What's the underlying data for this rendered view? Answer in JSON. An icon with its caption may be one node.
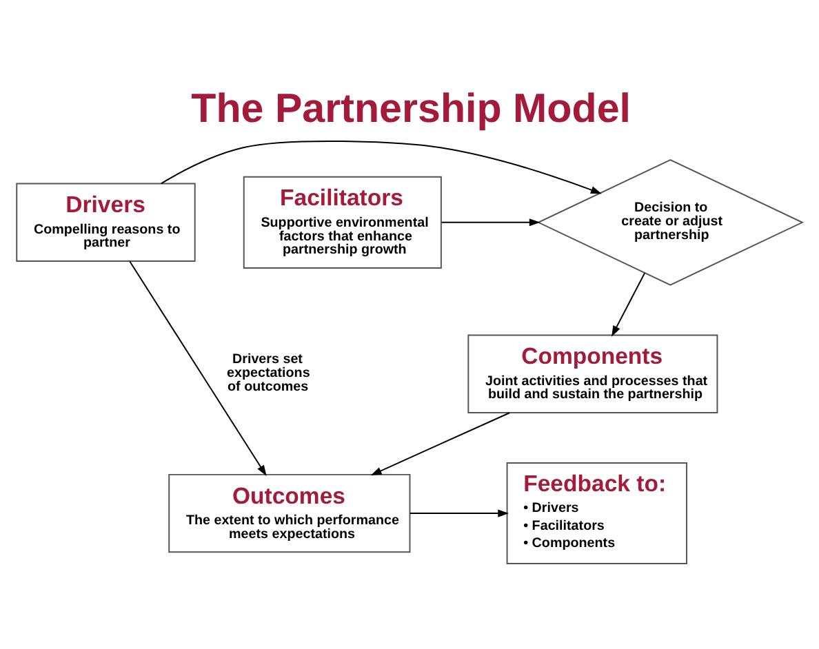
{
  "diagram": {
    "title": "The Partnership Model",
    "nodes": [
      {
        "text": [
          "Drivers",
          "Compelling reasons to partner"
        ]
      },
      {
        "text": [
          "Decision to create or adjust partnership"
        ]
      },
      {
        "text": [
          "Facilitators",
          "Supportive environmental factors that enhance partnership growth"
        ]
      },
      {
        "text": [
          "Components",
          "Joint activities and processes that build and sustain the partnership"
        ]
      },
      {
        "text": [
          "Outcomes",
          "The extent to which performance meets expectations"
        ]
      },
      {
        "text": [
          "Feedback to:",
          "• Drivers",
          "• Facilitators",
          "• Components"
        ]
      }
    ],
    "edges": [
      {
        "from": 0,
        "to": 1,
        "arrow": "to"
      },
      {
        "from": 2,
        "to": 1,
        "arrow": "to"
      },
      {
        "from": 1,
        "to": 3,
        "arrow": "to"
      },
      {
        "from": 3,
        "to": 4,
        "arrow": "to"
      },
      {
        "from": 0,
        "to": 4,
        "arrow": "to",
        "label": "Drivers set expectations of outcomes"
      },
      {
        "from": 4,
        "to": 5,
        "arrow": "to"
      }
    ]
  }
}
